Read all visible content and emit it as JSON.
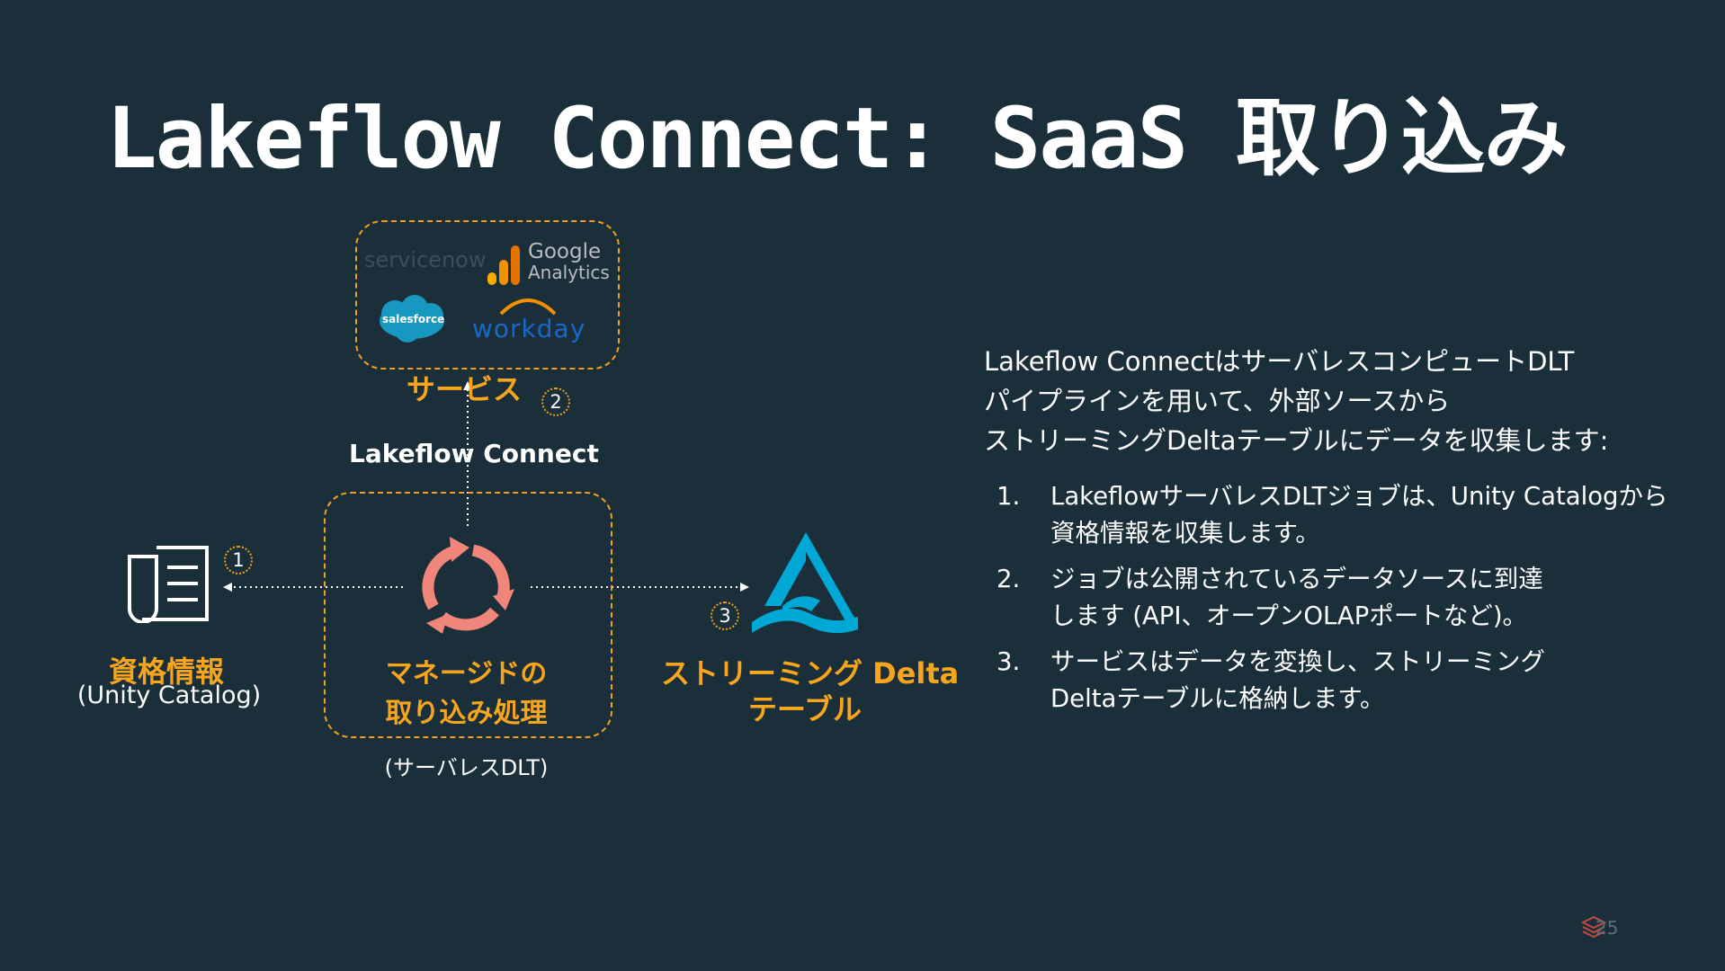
{
  "title": "Lakeflow Connect: SaaS 取り込み",
  "services_box": {
    "logos": {
      "servicenow": "servicenow",
      "google_analytics_line1": "Google",
      "google_analytics_line2": "Analytics",
      "salesforce": "salesforce",
      "workday": "workday"
    },
    "label": "サービス",
    "step": "2"
  },
  "connector_label": "Lakeflow Connect",
  "managed": {
    "line1": "マネージドの",
    "line2": "取り込み処理",
    "caption": "(サーバレスDLT)"
  },
  "credentials": {
    "label": "資格情報",
    "sub": "(Unity Catalog)",
    "step": "1"
  },
  "delta": {
    "line1": "ストリーミング Delta",
    "line2": "テーブル",
    "step": "3"
  },
  "description": {
    "line1": "Lakeflow ConnectはサーバレスコンピュートDLT",
    "line2": "パイプラインを用いて、外部ソースから",
    "line3": "ストリーミングDeltaテーブルにデータを収集します:"
  },
  "steps": [
    {
      "num": "1.",
      "line1": "LakeflowサーバレスDLTジョブは、Unity Catalogから",
      "line2": "資格情報を収集します。"
    },
    {
      "num": "2.",
      "line1": "ジョブは公開されているデータソースに到達",
      "line2": "します (API、オープンOLAPポートなど)。"
    },
    {
      "num": "3.",
      "line1": "サービスはデータを変換し、ストリーミング",
      "line2": "Deltaテーブルに格納します。"
    }
  ],
  "page_number": "25",
  "colors": {
    "background": "#1b2f3a",
    "accent_orange": "#f7a51d",
    "refresh_coral": "#f0857a",
    "delta_blue": "#00a8d6"
  }
}
